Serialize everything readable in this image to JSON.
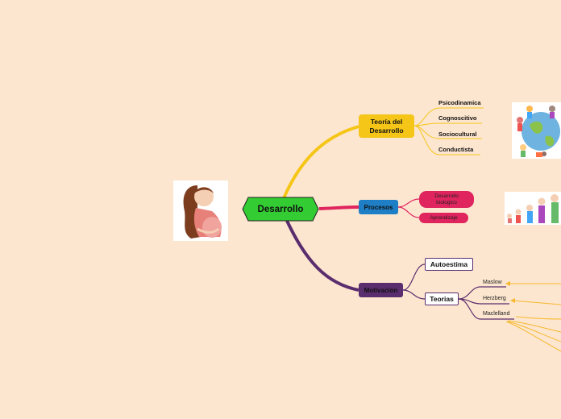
{
  "central": {
    "label": "Desarrollo"
  },
  "teoria": {
    "label": "Teoría del Desarrollo",
    "children": [
      "Psicodinamica",
      "Cognoscitivo",
      "Sociocultural",
      "Conductista"
    ]
  },
  "procesos": {
    "label": "Procesos",
    "children": [
      "Desarrollo biologico",
      "Aprendizaje"
    ]
  },
  "motivacion": {
    "label": "Motivación",
    "autoestima": "Autoestima",
    "teorias": {
      "label": "Teorias",
      "children": [
        "Maslow",
        "Herzberg",
        "Maclelland"
      ]
    }
  },
  "colors": {
    "background": "#fde6cf",
    "central": "#33cc33",
    "teoria": "#f5c518",
    "procesos": "#1e7fc6",
    "process_children": "#e0245e",
    "motivacion": "#5a2d6e",
    "arrows": "#f5b82e"
  },
  "icons": [
    "pregnant-woman-illustration",
    "children-around-globe-illustration",
    "children-growth-stages-illustration"
  ]
}
